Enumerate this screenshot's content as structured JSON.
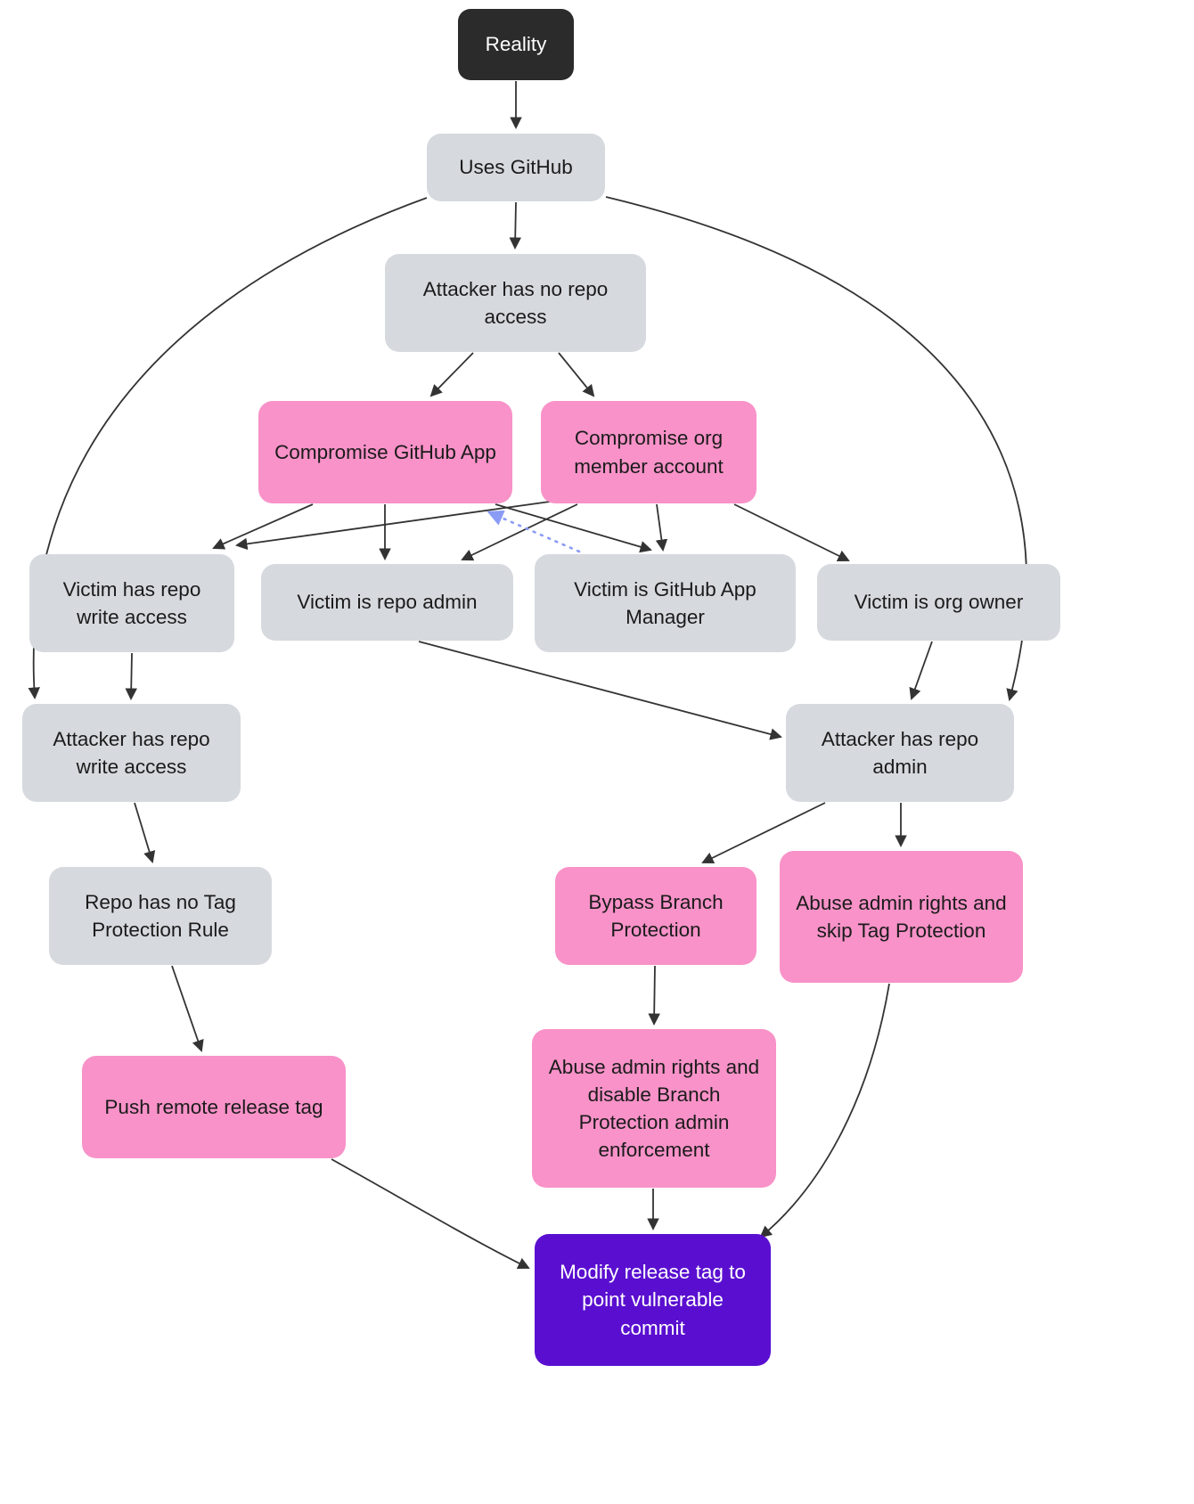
{
  "diagram": {
    "type": "flowchart",
    "background": "#ffffff",
    "colors": {
      "background": "#ffffff",
      "root_bg": "#2b2b2b",
      "root_text": "#ffffff",
      "state_bg": "#d6d9de",
      "state_text": "#1b1b1b",
      "action_bg": "#f892c8",
      "goal_bg": "#5a0fd0",
      "goal_text": "#ffffff",
      "edge": "#333333",
      "dotted_edge": "#8a9cf5"
    },
    "nodes": {
      "reality": {
        "label": "Reality",
        "type": "root"
      },
      "uses_github": {
        "label": "Uses GitHub",
        "type": "state"
      },
      "no_repo_access": {
        "label": "Attacker has no repo access",
        "type": "state"
      },
      "compromise_app": {
        "label": "Compromise GitHub App",
        "type": "action"
      },
      "compromise_member": {
        "label": "Compromise org member account",
        "type": "action"
      },
      "victim_write": {
        "label": "Victim has repo write access",
        "type": "state"
      },
      "victim_repo_admin": {
        "label": "Victim is repo admin",
        "type": "state"
      },
      "victim_app_manager": {
        "label": "Victim is GitHub App Manager",
        "type": "state"
      },
      "victim_org_owner": {
        "label": "Victim is org owner",
        "type": "state"
      },
      "attacker_write": {
        "label": "Attacker has repo write access",
        "type": "state"
      },
      "attacker_admin": {
        "label": "Attacker has repo admin",
        "type": "state"
      },
      "no_tag_protection": {
        "label": "Repo has no Tag Protection Rule",
        "type": "state"
      },
      "bypass_bp": {
        "label": "Bypass Branch Protection",
        "type": "action"
      },
      "abuse_skip_tag": {
        "label": "Abuse admin rights and skip Tag Protection",
        "type": "action"
      },
      "push_tag": {
        "label": "Push remote release tag",
        "type": "action"
      },
      "abuse_disable_bp": {
        "label": "Abuse admin rights and disable Branch Protection admin enforcement",
        "type": "action"
      },
      "modify_tag": {
        "label": "Modify release tag to point vulnerable commit",
        "type": "goal"
      }
    },
    "edges": [
      {
        "from": "reality",
        "to": "uses_github",
        "style": "solid"
      },
      {
        "from": "uses_github",
        "to": "no_repo_access",
        "style": "solid"
      },
      {
        "from": "uses_github",
        "to": "attacker_write",
        "style": "solid"
      },
      {
        "from": "uses_github",
        "to": "attacker_admin",
        "style": "solid"
      },
      {
        "from": "no_repo_access",
        "to": "compromise_app",
        "style": "solid"
      },
      {
        "from": "no_repo_access",
        "to": "compromise_member",
        "style": "solid"
      },
      {
        "from": "compromise_app",
        "to": "victim_write",
        "style": "solid"
      },
      {
        "from": "compromise_app",
        "to": "victim_repo_admin",
        "style": "solid"
      },
      {
        "from": "compromise_app",
        "to": "victim_app_manager",
        "style": "solid"
      },
      {
        "from": "compromise_member",
        "to": "victim_write",
        "style": "solid"
      },
      {
        "from": "compromise_member",
        "to": "victim_repo_admin",
        "style": "solid"
      },
      {
        "from": "compromise_member",
        "to": "victim_app_manager",
        "style": "solid"
      },
      {
        "from": "compromise_member",
        "to": "victim_org_owner",
        "style": "solid"
      },
      {
        "from": "victim_app_manager",
        "to": "compromise_app",
        "style": "dotted"
      },
      {
        "from": "victim_write",
        "to": "attacker_write",
        "style": "solid"
      },
      {
        "from": "victim_repo_admin",
        "to": "attacker_admin",
        "style": "solid"
      },
      {
        "from": "victim_org_owner",
        "to": "attacker_admin",
        "style": "solid"
      },
      {
        "from": "attacker_write",
        "to": "no_tag_protection",
        "style": "solid"
      },
      {
        "from": "no_tag_protection",
        "to": "push_tag",
        "style": "solid"
      },
      {
        "from": "attacker_admin",
        "to": "bypass_bp",
        "style": "solid"
      },
      {
        "from": "attacker_admin",
        "to": "abuse_skip_tag",
        "style": "solid"
      },
      {
        "from": "bypass_bp",
        "to": "abuse_disable_bp",
        "style": "solid"
      },
      {
        "from": "push_tag",
        "to": "modify_tag",
        "style": "solid"
      },
      {
        "from": "abuse_disable_bp",
        "to": "modify_tag",
        "style": "solid"
      },
      {
        "from": "abuse_skip_tag",
        "to": "modify_tag",
        "style": "solid"
      }
    ]
  }
}
